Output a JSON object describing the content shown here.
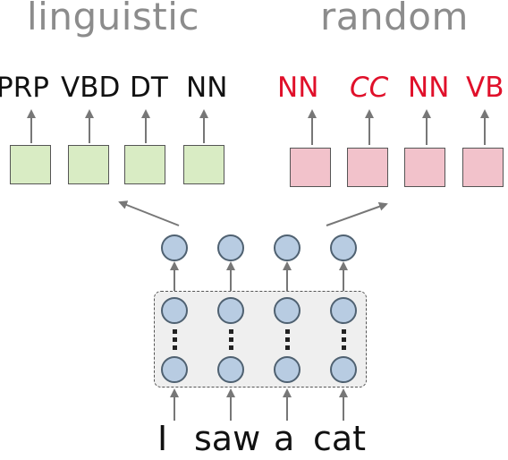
{
  "titles": {
    "left": "linguistic",
    "right": "random"
  },
  "tags_linguistic": [
    "PRP",
    "VBD",
    "DT",
    "NN"
  ],
  "tags_random": [
    "NN",
    "CC",
    "NN",
    "VB"
  ],
  "sentence": [
    "I",
    "saw",
    "a",
    "cat"
  ],
  "colors": {
    "green_box": "#d9ecc4",
    "pink_box": "#f2c2cb",
    "node": "#b8cce2",
    "random_text": "#e0102a",
    "title_text": "#8c8c8c"
  }
}
